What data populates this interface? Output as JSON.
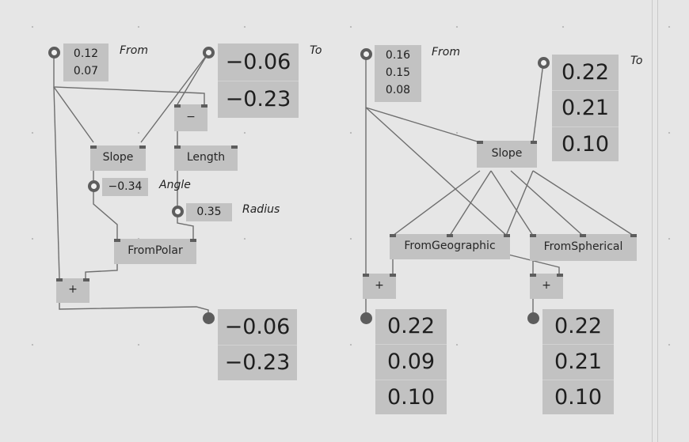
{
  "left_graph": {
    "from_label": "From",
    "from_values": [
      "0.12",
      "0.07"
    ],
    "to_label": "To",
    "to_values": [
      "−0.06",
      "−0.23"
    ],
    "subtract_node": "−",
    "slope_node": "Slope",
    "length_node": "Length",
    "angle_label": "Angle",
    "angle_value": "−0.34",
    "radius_label": "Radius",
    "radius_value": "0.35",
    "frompolar_node": "FromPolar",
    "add_node": "+",
    "result_values": [
      "−0.06",
      "−0.23"
    ]
  },
  "right_graph": {
    "from_label": "From",
    "from_values": [
      "0.16",
      "0.15",
      "0.08"
    ],
    "to_label": "To",
    "to_values": [
      "0.22",
      "0.21",
      "0.10"
    ],
    "slope_node": "Slope",
    "fromgeographic_node": "FromGeographic",
    "fromspherical_node": "FromSpherical",
    "add_node_left": "+",
    "add_node_right": "+",
    "result_left_values": [
      "0.22",
      "0.09",
      "0.10"
    ],
    "result_right_values": [
      "0.22",
      "0.21",
      "0.10"
    ]
  },
  "colors": {
    "wire": "#6e6e6e",
    "node": "#c2c2c2",
    "pin": "#5d5d5d",
    "background": "#e6e6e6"
  }
}
